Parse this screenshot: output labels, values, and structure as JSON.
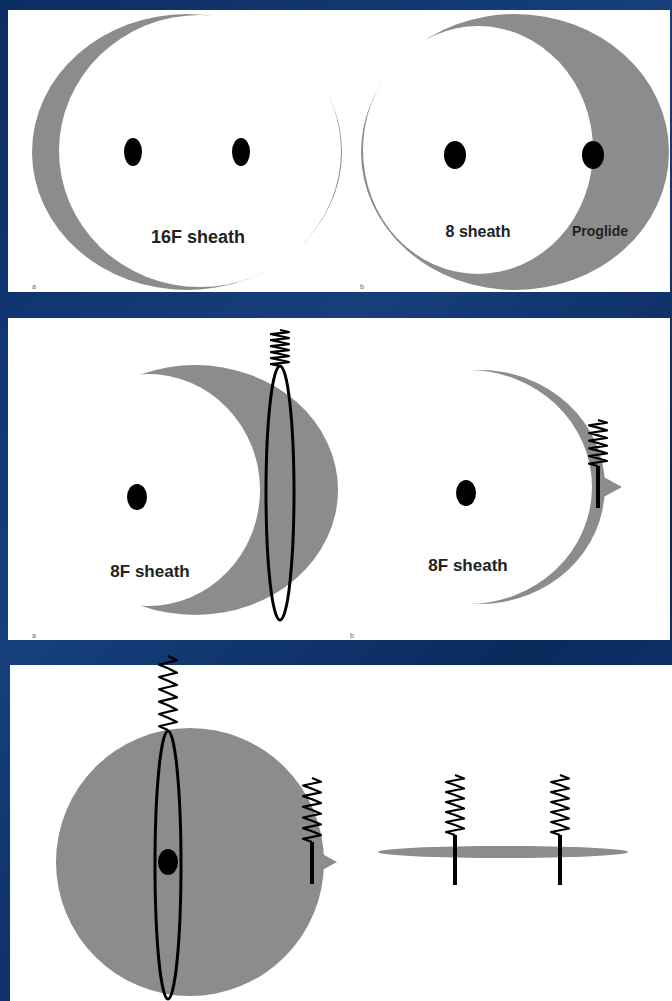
{
  "diagram": {
    "labels": [
      "16F sheath",
      "8 sheath",
      "Proglide",
      "a",
      "b",
      "8F sheath",
      "8F sheath",
      "a",
      "b"
    ]
  }
}
